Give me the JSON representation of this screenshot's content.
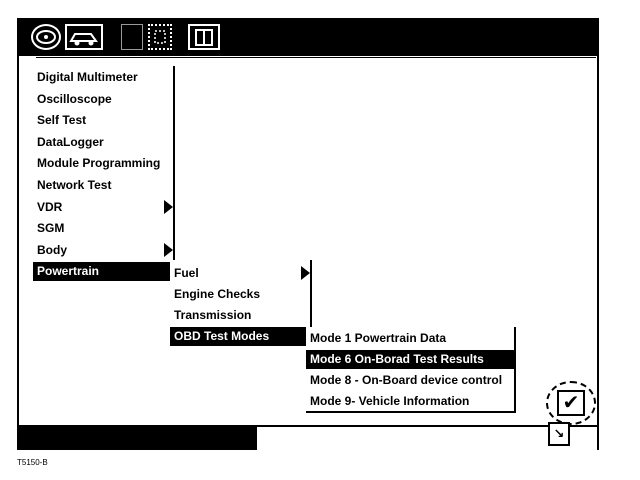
{
  "toolbar": {
    "icons": [
      "ids-logo-icon",
      "vehicle-icon",
      "blank-tab-icon",
      "network-icon",
      "toolbox-icon"
    ]
  },
  "menu_main": {
    "items": [
      {
        "label": "Digital Multimeter",
        "has_submenu": false,
        "selected": false
      },
      {
        "label": "Oscilloscope",
        "has_submenu": false,
        "selected": false
      },
      {
        "label": "Self Test",
        "has_submenu": false,
        "selected": false
      },
      {
        "label": "DataLogger",
        "has_submenu": false,
        "selected": false
      },
      {
        "label": "Module Programming",
        "has_submenu": false,
        "selected": false
      },
      {
        "label": "Network Test",
        "has_submenu": false,
        "selected": false
      },
      {
        "label": "VDR",
        "has_submenu": true,
        "selected": false
      },
      {
        "label": "SGM",
        "has_submenu": false,
        "selected": false
      },
      {
        "label": "Body",
        "has_submenu": true,
        "selected": false
      },
      {
        "label": "Powertrain",
        "has_submenu": true,
        "selected": true
      }
    ]
  },
  "menu_powertrain": {
    "items": [
      {
        "label": "Fuel",
        "has_submenu": true,
        "selected": false
      },
      {
        "label": "Engine Checks",
        "has_submenu": false,
        "selected": false
      },
      {
        "label": "Transmission",
        "has_submenu": false,
        "selected": false
      },
      {
        "label": "OBD Test Modes",
        "has_submenu": true,
        "selected": true
      }
    ]
  },
  "menu_obd": {
    "items": [
      {
        "label": "Mode 1 Powertrain Data",
        "selected": false
      },
      {
        "label": "Mode 6 On-Borad Test Results",
        "selected": true
      },
      {
        "label": "Mode 8 - On-Board device control",
        "selected": false
      },
      {
        "label": "Mode 9- Vehicle Information",
        "selected": false
      }
    ]
  },
  "check_button": {
    "glyph": "✔"
  },
  "corner_icon": {
    "glyph": "↘"
  },
  "footnote": "T5150-B"
}
